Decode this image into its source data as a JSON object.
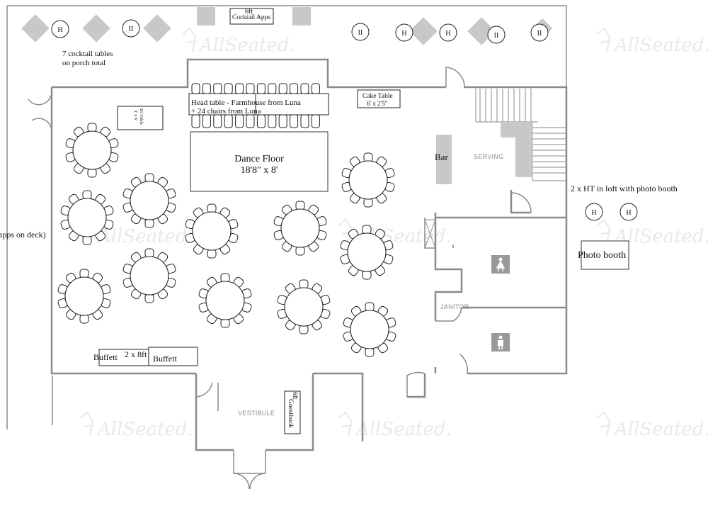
{
  "watermark": "AllSeated.",
  "labels": {
    "cocktail_apps_size": "6ft",
    "cocktail_apps": "Cocktail Apps",
    "porch_tables": [
      "7 cocktail tables",
      "on porch total"
    ],
    "head_table": [
      "Head table - Farmhouse from Luna",
      "+ 24 chairs from Luna"
    ],
    "cake_table": [
      "Cake Table",
      "6' x 2'5\""
    ],
    "dj_table": [
      "DJ Table",
      "3' x 6'"
    ],
    "dance_floor": [
      "Dance Floor",
      "18'8\" x 8'"
    ],
    "bar": "Bar",
    "serving": "SERVING",
    "loft_note": "2 x HT in loft with photo booth",
    "photo_booth": "Photo booth",
    "deck_apps": "apps on deck)",
    "janitor": "JANITOR",
    "buffet_left": "Buffett",
    "buffet_size": "2 x 8ft",
    "buffet_right": "Buffett",
    "vestibule": "VESTIBULE",
    "guestbook_size": "6ft",
    "guestbook": "Guestbook"
  },
  "cocktail_tables": [
    {
      "label": "H"
    },
    {
      "label": "II"
    },
    {
      "label": "II"
    },
    {
      "label": "H"
    },
    {
      "label": "H"
    },
    {
      "label": "II"
    },
    {
      "label": "II"
    }
  ],
  "loft_tables": [
    {
      "label": "H"
    },
    {
      "label": "H"
    }
  ],
  "restrooms": [
    "women-restroom-icon",
    "men-restroom-icon"
  ],
  "colors": {
    "wall": "#8a8a8a",
    "fixture": "#c8c8c8",
    "watermark": "#e9e9e9"
  }
}
